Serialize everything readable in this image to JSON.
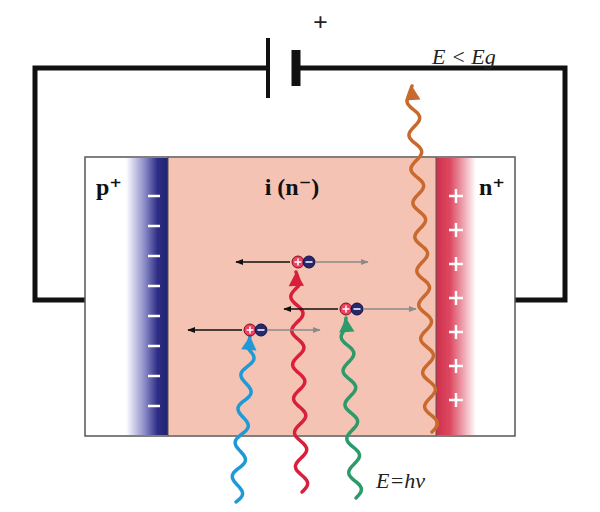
{
  "diagram": {
    "nodes": [
      {
        "text": [
          "p⁺"
        ]
      },
      {
        "text": [
          "i (n⁻)"
        ]
      },
      {
        "text": [
          "n⁺"
        ]
      }
    ],
    "labels": [
      "+",
      "E < Eg",
      "E=hν"
    ]
  }
}
